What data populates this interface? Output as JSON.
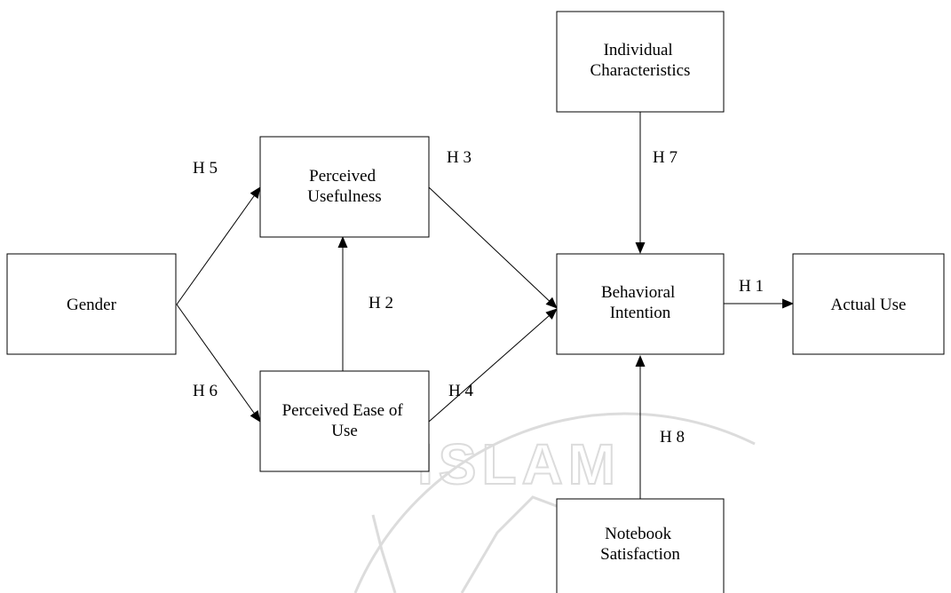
{
  "diagram": {
    "nodes": {
      "gender": {
        "lines": [
          "Gender"
        ]
      },
      "perceived_usefulness": {
        "lines": [
          "Perceived",
          "Usefulness"
        ]
      },
      "perceived_ease_of_use": {
        "lines": [
          "Perceived Ease of",
          "Use"
        ]
      },
      "behavioral_intention": {
        "lines": [
          "Behavioral",
          "Intention"
        ]
      },
      "actual_use": {
        "lines": [
          "Actual Use"
        ]
      },
      "individual_characteristics": {
        "lines": [
          "Individual",
          "Characteristics"
        ]
      },
      "notebook_satisfaction": {
        "lines": [
          "Notebook",
          "Satisfaction"
        ]
      }
    },
    "edges": {
      "h1": {
        "label": "H 1",
        "from": "behavioral_intention",
        "to": "actual_use"
      },
      "h2": {
        "label": "H 2",
        "from": "perceived_ease_of_use",
        "to": "perceived_usefulness"
      },
      "h3": {
        "label": "H 3",
        "from": "perceived_usefulness",
        "to": "behavioral_intention"
      },
      "h4": {
        "label": "H 4",
        "from": "perceived_ease_of_use",
        "to": "behavioral_intention"
      },
      "h5": {
        "label": "H 5",
        "from": "gender",
        "to": "perceived_usefulness"
      },
      "h6": {
        "label": "H 6",
        "from": "gender",
        "to": "perceived_ease_of_use"
      },
      "h7": {
        "label": "H 7",
        "from": "individual_characteristics",
        "to": "behavioral_intention"
      },
      "h8": {
        "label": "H 8",
        "from": "notebook_satisfaction",
        "to": "behavioral_intention"
      }
    },
    "watermark": {
      "text": "ISLAM",
      "color": "#dcdcdc"
    }
  }
}
